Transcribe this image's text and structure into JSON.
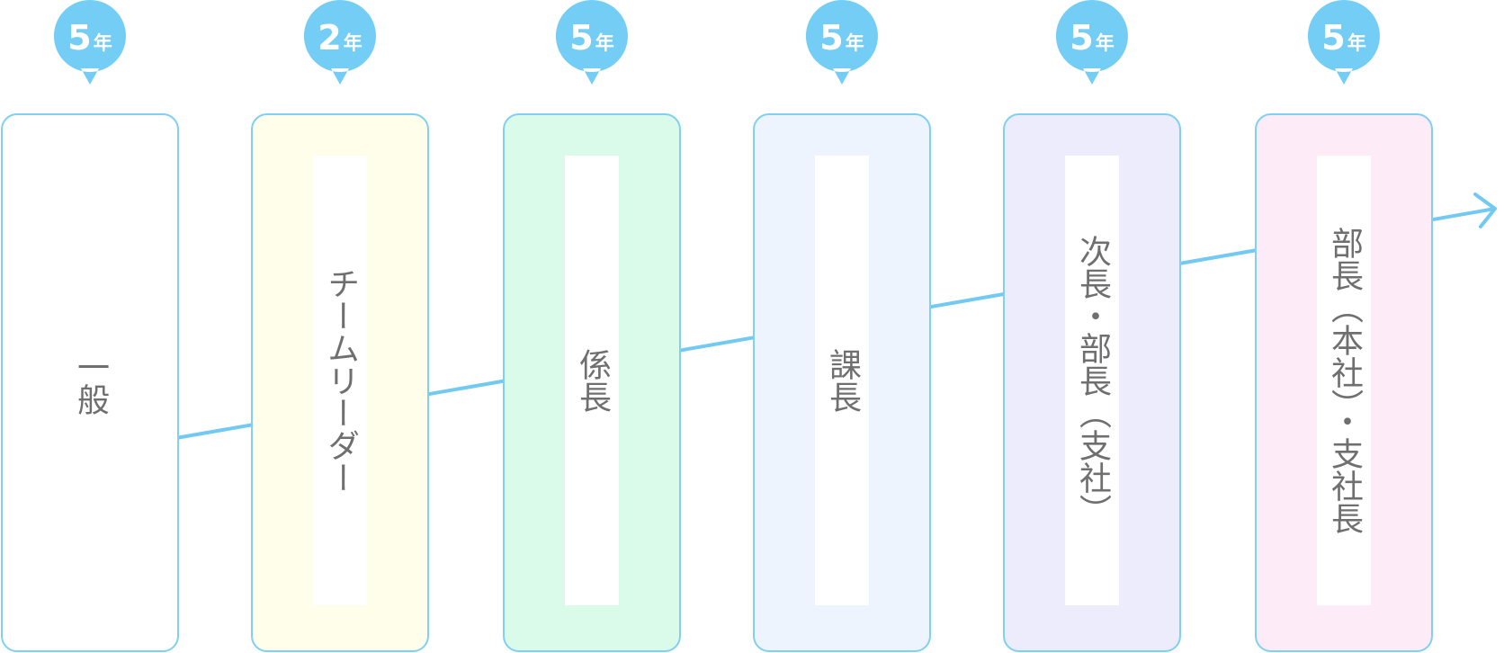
{
  "colors": {
    "bubble": "#74cdf5",
    "border": "#7fd0f2",
    "arrow": "#72c9f2",
    "label": "#6f6f6f"
  },
  "stages": [
    {
      "title": "一般",
      "years": "5",
      "unit": "年",
      "bg": "#ffffff"
    },
    {
      "title": "チームリーダー",
      "years": "2",
      "unit": "年",
      "bg": "#fefeea"
    },
    {
      "title": "係長",
      "years": "5",
      "unit": "年",
      "bg": "#dafbe9"
    },
    {
      "title": "課長",
      "years": "5",
      "unit": "年",
      "bg": "#edf4fd"
    },
    {
      "title": "次長・部長（支社）",
      "years": "5",
      "unit": "年",
      "bg": "#ececfc"
    },
    {
      "title": "部長（本社）・支社長",
      "years": "5",
      "unit": "年",
      "bg": "#fdebf8"
    }
  ]
}
